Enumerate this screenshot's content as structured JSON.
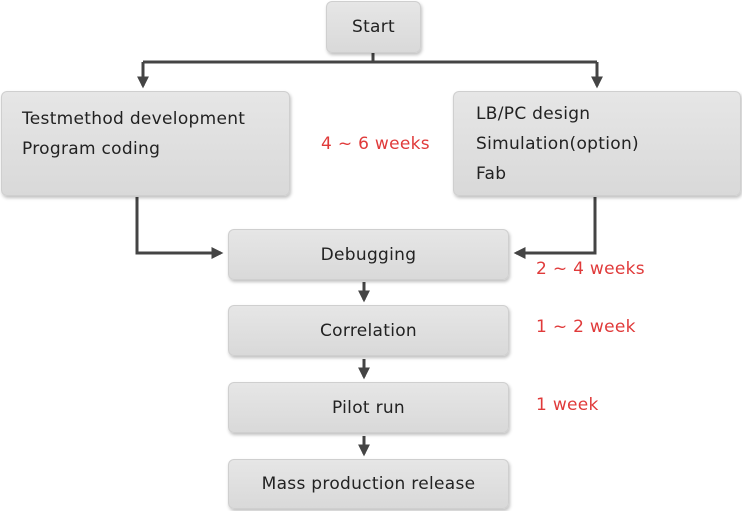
{
  "nodes": {
    "start": "Start",
    "left_box": [
      "Testmethod development",
      "Program coding"
    ],
    "right_box": [
      "LB/PC design",
      "Simulation(option)",
      "Fab"
    ],
    "debugging": "Debugging",
    "correlation": "Correlation",
    "pilot_run": "Pilot run",
    "mass_production": "Mass production release"
  },
  "durations": {
    "dev_and_design": "4 ~ 6 weeks",
    "debugging": "2 ~ 4 weeks",
    "correlation": "1 ~ 2 week",
    "pilot_run": "1 week"
  },
  "colors": {
    "box_fill": "#dedede",
    "arrow": "#444444",
    "duration_text": "#e03a3a"
  }
}
